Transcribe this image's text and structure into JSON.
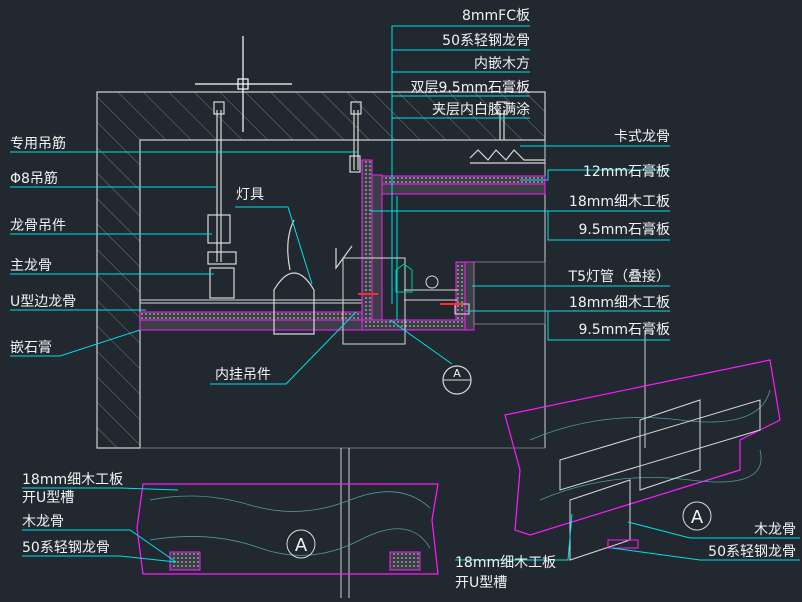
{
  "colors": {
    "background": "#212830",
    "leader": "#00e0e6",
    "structure": "#cfcfcf",
    "board": "#ff1aff",
    "fill": "#e6e6e6",
    "text": "#f2f2f2",
    "red": "#ff2a2a",
    "green": "#00c8a0"
  },
  "top_labels": [
    "8mmFC板",
    "50系轻钢龙骨",
    "内嵌木方",
    "双层9.5mm石膏板",
    "夹层内白胶满涂"
  ],
  "left_labels": [
    "专用吊筋",
    "Φ8吊筋",
    "龙骨吊件",
    "主龙骨",
    "U型边龙骨",
    "嵌石膏"
  ],
  "right_labels": [
    "卡式龙骨",
    "12mm石膏板",
    "18mm细木工板",
    "9.5mm石膏板",
    "T5灯管（叠接）",
    "18mm细木工板",
    "9.5mm石膏板"
  ],
  "fixture_label": "灯具",
  "hanger_label": "内挂吊件",
  "section_marker": "A",
  "detail_left_labels": [
    "18mm细木工板",
    "开U型槽",
    "木龙骨",
    "50系轻钢龙骨"
  ],
  "detail_bottom_labels": [
    "18mm细木工板",
    "开U型槽"
  ],
  "detail_right_labels": [
    "木龙骨",
    "50系轻钢龙骨"
  ],
  "icons": [
    "crosshair-cursor-icon",
    "section-marker-icon",
    "lamp-fixture-icon"
  ]
}
